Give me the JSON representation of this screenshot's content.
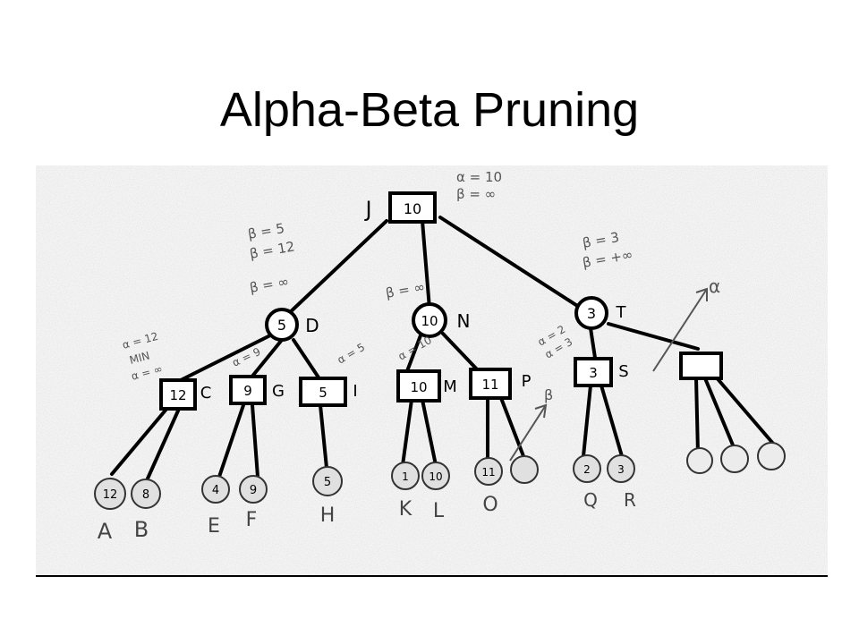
{
  "slide": {
    "title": "Alpha-Beta Pruning"
  },
  "tree": {
    "root": {
      "label": "J",
      "value": "10"
    },
    "level1": [
      {
        "label": "D",
        "value": "5"
      },
      {
        "label": "N",
        "value": "10"
      },
      {
        "label": "T",
        "value": "3"
      }
    ],
    "level2": [
      {
        "label": "C",
        "value": "12"
      },
      {
        "label": "G",
        "value": "9"
      },
      {
        "label": "I",
        "value": "5"
      },
      {
        "label": "M",
        "value": "10"
      },
      {
        "label": "P",
        "value": "11"
      },
      {
        "label": "S",
        "value": "3"
      },
      {
        "label": "",
        "value": ""
      }
    ],
    "leaves": [
      {
        "label": "A",
        "value": "12"
      },
      {
        "label": "B",
        "value": "8"
      },
      {
        "label": "E",
        "value": "4"
      },
      {
        "label": "F",
        "value": "9"
      },
      {
        "label": "H",
        "value": "5"
      },
      {
        "label": "K",
        "value": "1"
      },
      {
        "label": "L",
        "value": "10"
      },
      {
        "label": "O",
        "value": "11"
      },
      {
        "label": "",
        "value": ""
      },
      {
        "label": "Q",
        "value": "2"
      },
      {
        "label": "R",
        "value": "3"
      },
      {
        "label": "",
        "value": ""
      },
      {
        "label": "",
        "value": ""
      },
      {
        "label": "",
        "value": ""
      }
    ]
  },
  "notes": {
    "root_bounds": [
      "α = 10",
      "β = ∞"
    ],
    "d_bounds": [
      "β = 5",
      "β = 12",
      "β = ∞"
    ],
    "n_bounds": [
      "β = ∞"
    ],
    "t_bounds": [
      "β = 3",
      "β = +∞"
    ],
    "c_bounds": [
      "α = 12",
      "MIN",
      "α = ∞"
    ],
    "g_bounds": [
      "α = 9"
    ],
    "i_bounds": [
      "α = 5"
    ],
    "m_bounds": [
      "α = 10"
    ],
    "s_bounds": [
      "α = 2",
      "α = 3"
    ],
    "alpha_symbol": "α",
    "beta_symbol": "β"
  }
}
